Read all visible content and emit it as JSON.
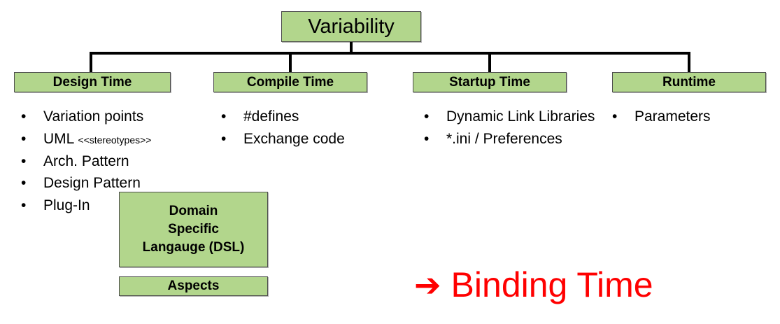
{
  "diagram": {
    "root": {
      "label": "Variability"
    },
    "categories": [
      {
        "id": "design",
        "label": "Design Time"
      },
      {
        "id": "compile",
        "label": "Compile Time"
      },
      {
        "id": "startup",
        "label": "Startup Time"
      },
      {
        "id": "runtime",
        "label": "Runtime"
      }
    ],
    "lists": {
      "design": {
        "items": [
          {
            "text": "Variation points",
            "suffix": ""
          },
          {
            "text": "UML ",
            "suffix": "<<stereotypes>>"
          },
          {
            "text": "Arch. Pattern",
            "suffix": ""
          },
          {
            "text": "Design Pattern",
            "suffix": ""
          },
          {
            "text": "Plug-In",
            "suffix": ""
          }
        ]
      },
      "compile": {
        "items": [
          {
            "text": "#defines",
            "suffix": ""
          },
          {
            "text": "Exchange code",
            "suffix": ""
          }
        ]
      },
      "startup": {
        "items": [
          {
            "text": "Dynamic Link Libraries",
            "suffix": ""
          },
          {
            "text": "*.ini / Preferences",
            "suffix": ""
          }
        ]
      },
      "runtime": {
        "items": [
          {
            "text": "Parameters",
            "suffix": ""
          }
        ]
      }
    },
    "bullet_glyph": "•",
    "extra_boxes": [
      {
        "id": "dsl",
        "lines": [
          "Domain",
          "Specific",
          "Langauge (DSL)"
        ]
      },
      {
        "id": "aspects",
        "label": "Aspects"
      }
    ],
    "callout": {
      "arrow_glyph": "➔",
      "label": "Binding Time"
    },
    "colors": {
      "box_fill": "#b2d68c",
      "box_border": "#4d4d4d",
      "line": "#000000",
      "callout": "#ff0000",
      "text": "#000000",
      "background": "#ffffff"
    }
  }
}
